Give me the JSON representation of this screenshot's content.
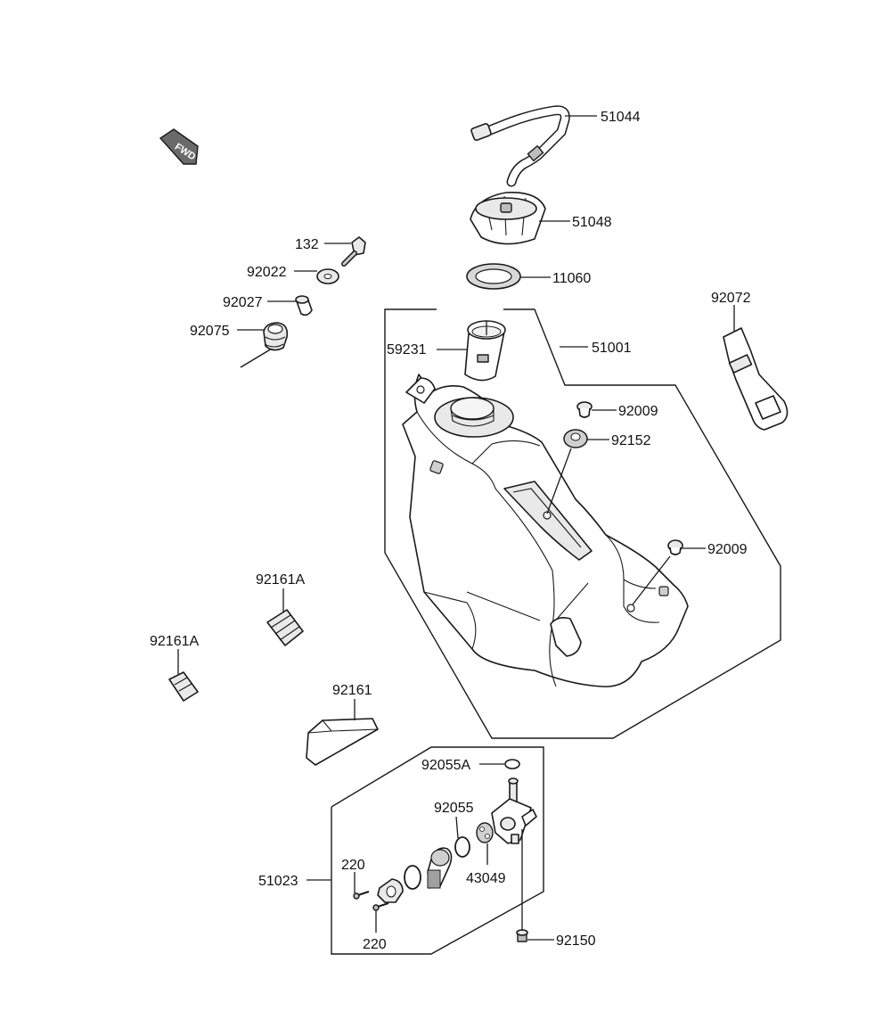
{
  "fwd_badge": "FWD",
  "labels": {
    "p51044": "51044",
    "p51048": "51048",
    "p11060": "11060",
    "p51001": "51001",
    "p59231": "59231",
    "p132": "132",
    "p92022": "92022",
    "p92027": "92027",
    "p92075": "92075",
    "p92072": "92072",
    "p92009a": "92009",
    "p92152": "92152",
    "p92009b": "92009",
    "p92161A_a": "92161A",
    "p92161A_b": "92161A",
    "p92161": "92161",
    "p92055A": "92055A",
    "p92055": "92055",
    "p43049": "43049",
    "p220a": "220",
    "p220b": "220",
    "p51023": "51023",
    "p92150": "92150"
  }
}
